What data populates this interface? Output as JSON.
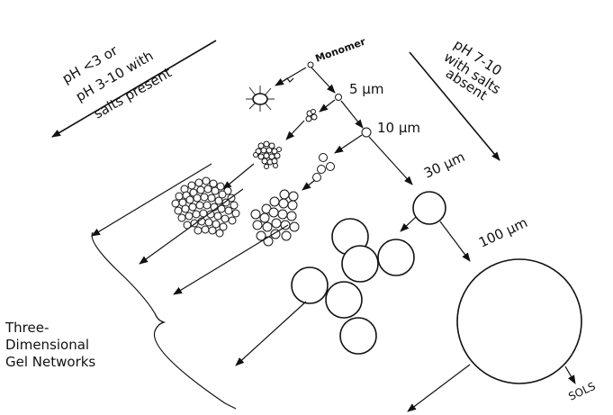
{
  "labels": {
    "left_condition_line1": "pH <3 or",
    "left_condition_line2": "pH 3-10 with",
    "left_condition_line3": "salts present",
    "right_condition_line1": "pH 7-10",
    "right_condition_line2": "with salts",
    "right_condition_line3": "absent",
    "monomer": "Monomer",
    "size_5": "5 μm",
    "size_10": "10 μm",
    "size_30": "30 μm",
    "size_100": "100 μm",
    "gel_line1": "Three-",
    "gel_line2": "Dimensional",
    "gel_line3": "Gel Networks",
    "sols": "SOLS"
  }
}
